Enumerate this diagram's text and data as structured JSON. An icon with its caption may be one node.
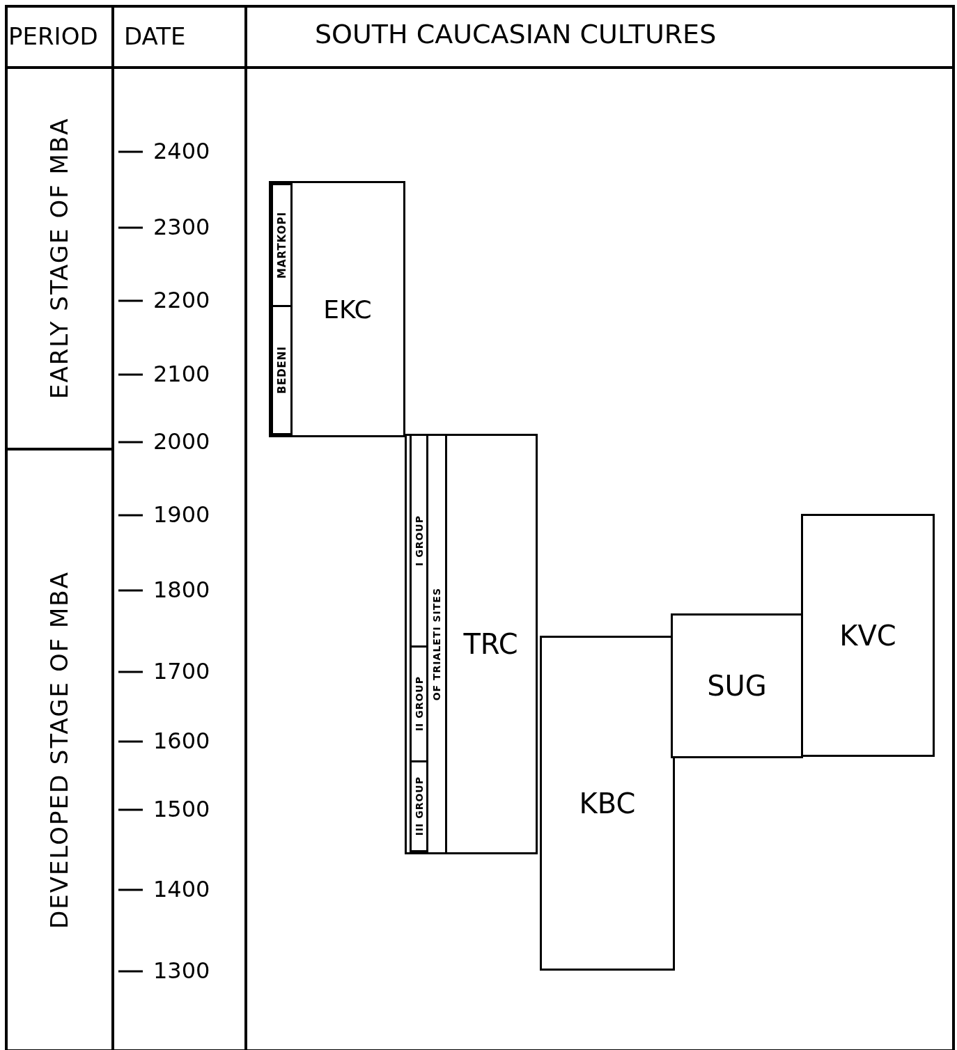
{
  "diagram": {
    "nodes": [
      {
        "text": [
          "EARLY STAGE OF MBA"
        ]
      },
      {
        "text": [
          "DEVELOPED STAGE OF MBA"
        ]
      },
      {
        "text": [
          "EKC"
        ]
      },
      {
        "text": [
          "MARTKOPI"
        ],
        "in": 2
      },
      {
        "text": [
          "BEDENI"
        ],
        "in": 2
      },
      {
        "text": [
          "TRC"
        ]
      },
      {
        "text": [
          "I GROUP"
        ],
        "in": 5
      },
      {
        "text": [
          "II GROUP"
        ],
        "in": 5
      },
      {
        "text": [
          "III GROUP"
        ],
        "in": 5
      },
      {
        "text": [
          "OF TRIALETI SITES"
        ],
        "in": 5
      },
      {
        "text": [
          "KBC"
        ]
      },
      {
        "text": [
          "SUG"
        ]
      },
      {
        "text": [
          "KVC"
        ]
      }
    ],
    "labels": [
      "PERIOD",
      "DATE",
      "SOUTH CAUCASIAN CULTURES",
      "2400",
      "2300",
      "2200",
      "2100",
      "2000",
      "1900",
      "1800",
      "1700",
      "1600",
      "1500",
      "1400",
      "1300"
    ]
  }
}
